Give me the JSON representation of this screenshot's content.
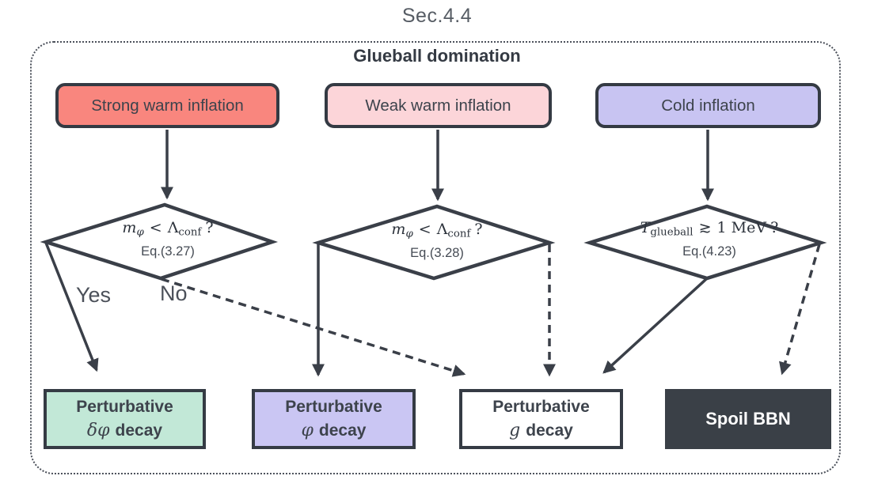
{
  "title": "Sec.4.4",
  "panel": {
    "title": "Glueball domination"
  },
  "colors": {
    "stroke": "#3a3f48",
    "strong_warm_fill": "#f9867e",
    "weak_warm_fill": "#fcd5d9",
    "cold_fill": "#c8c4f2",
    "outcome_green_fill": "#c2e8d7",
    "outcome_purple_fill": "#cac6f3",
    "outcome_white_fill": "#ffffff",
    "outcome_dark_fill": "#3a4047"
  },
  "top_boxes": [
    {
      "label": "Strong warm inflation"
    },
    {
      "label": "Weak warm inflation"
    },
    {
      "label": "Cold inflation"
    }
  ],
  "decisions": [
    {
      "lhs": "m",
      "lhs_sub": "φ",
      "rel": "<",
      "rhs": "Λ",
      "rhs_sub": "conf",
      "tail": "?",
      "eq": "Eq.(3.27)"
    },
    {
      "lhs": "m",
      "lhs_sub": "φ",
      "rel": "<",
      "rhs": "Λ",
      "rhs_sub": "conf",
      "tail": "?",
      "eq": "Eq.(3.28)"
    },
    {
      "lhs": "T",
      "lhs_sub": "glueball",
      "rel": "≳",
      "rhs": "1 MeV",
      "rhs_sub": "",
      "tail": "?",
      "eq": "Eq.(4.23)"
    }
  ],
  "edge_labels": {
    "yes": "Yes",
    "no": "No"
  },
  "outcomes": [
    {
      "line1": "Perturbative",
      "math": "δφ",
      "rest": "decay"
    },
    {
      "line1": "Perturbative",
      "math": "φ",
      "rest": "decay"
    },
    {
      "line1": "Perturbative",
      "math": "g",
      "rest": "decay"
    },
    {
      "label": "Spoil BBN"
    }
  ]
}
